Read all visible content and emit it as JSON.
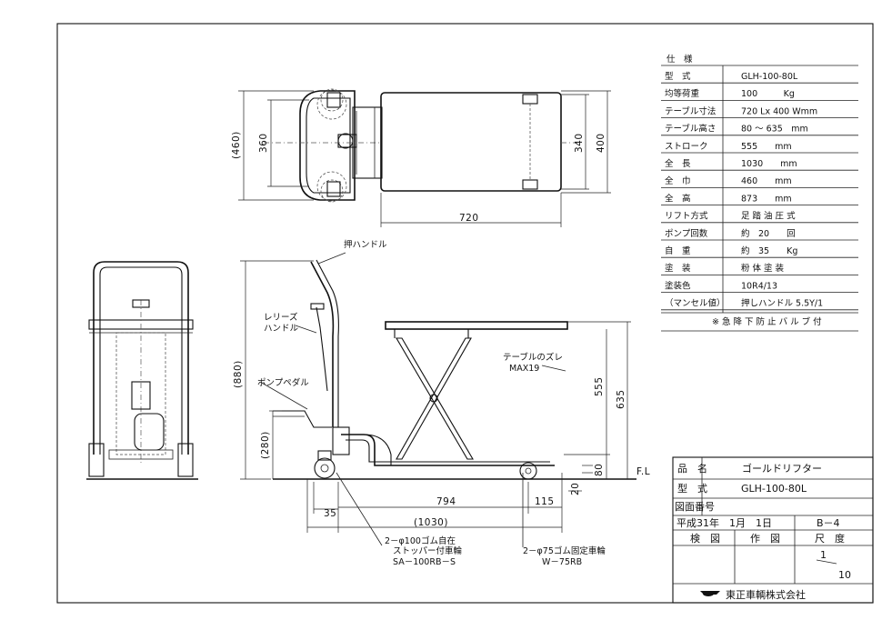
{
  "spec_table": {
    "heading": "仕　様",
    "rows": [
      {
        "label": "型　式",
        "value": "GLH-100-80L"
      },
      {
        "label": "均等荷重",
        "value": "100　　　Kg"
      },
      {
        "label": "テーブル寸法",
        "value": "720 Lx 400 Wmm"
      },
      {
        "label": "テーブル高さ",
        "value": "80 ～ 635　mm"
      },
      {
        "label": "ストローク",
        "value": "555　　mm"
      },
      {
        "label": "全　長",
        "value": "1030　　mm"
      },
      {
        "label": "全　巾",
        "value": "460　　mm"
      },
      {
        "label": "全　高",
        "value": "873　　mm"
      },
      {
        "label": "リフト方式",
        "value": "足 踏 油 圧 式"
      },
      {
        "label": "ポンプ回数",
        "value": "約　20　　回"
      },
      {
        "label": "自　重",
        "value": "約　35　　Kg"
      },
      {
        "label": "塗　装",
        "value": "粉 体 塗 装"
      },
      {
        "label": "塗装色",
        "value": "10R4/13"
      },
      {
        "label": "（マンセル値）",
        "value": "押しハンドル 5.5Y/1"
      }
    ],
    "note": "※ 急 降 下 防 止 バ ル ブ 付"
  },
  "title_block": {
    "name_label": "品　名",
    "name_value": "ゴールドリフター",
    "model_label": "型　式",
    "model_value": "GLH-100-80L",
    "drawing_no_label": "図面番号",
    "date": "平成31年　1月　1日",
    "sheet": "B－4",
    "check_label": "検　図",
    "draw_label": "作　図",
    "scale_label": "尺　度",
    "scale_num": "1",
    "scale_den": "10",
    "company": "東正車輌株式会社"
  },
  "dimensions": {
    "d460": "(460)",
    "d360": "360",
    "d340": "340",
    "d400": "400",
    "d720": "720",
    "d880": "(880)",
    "d280": "(280)",
    "d555": "555",
    "d635": "635",
    "d80": "80",
    "d20": "20",
    "d794": "794",
    "d115": "115",
    "d35": "35",
    "d1030": "(1030)",
    "fl": "F.L"
  },
  "labels": {
    "push_handle": "押ハンドル",
    "release_handle_1": "レリーズ",
    "release_handle_2": "ハンドル",
    "pump_pedal": "ポンプペダル",
    "table_shift_1": "テーブルのズレ",
    "table_shift_2": "MAX19",
    "caster_1": "2－φ100ゴム自在",
    "caster_2": "ストッパー付車輪",
    "caster_3": "SA－100RB－S",
    "fixed_1": "2－φ75ゴム固定車輪",
    "fixed_2": "W－75RB"
  }
}
